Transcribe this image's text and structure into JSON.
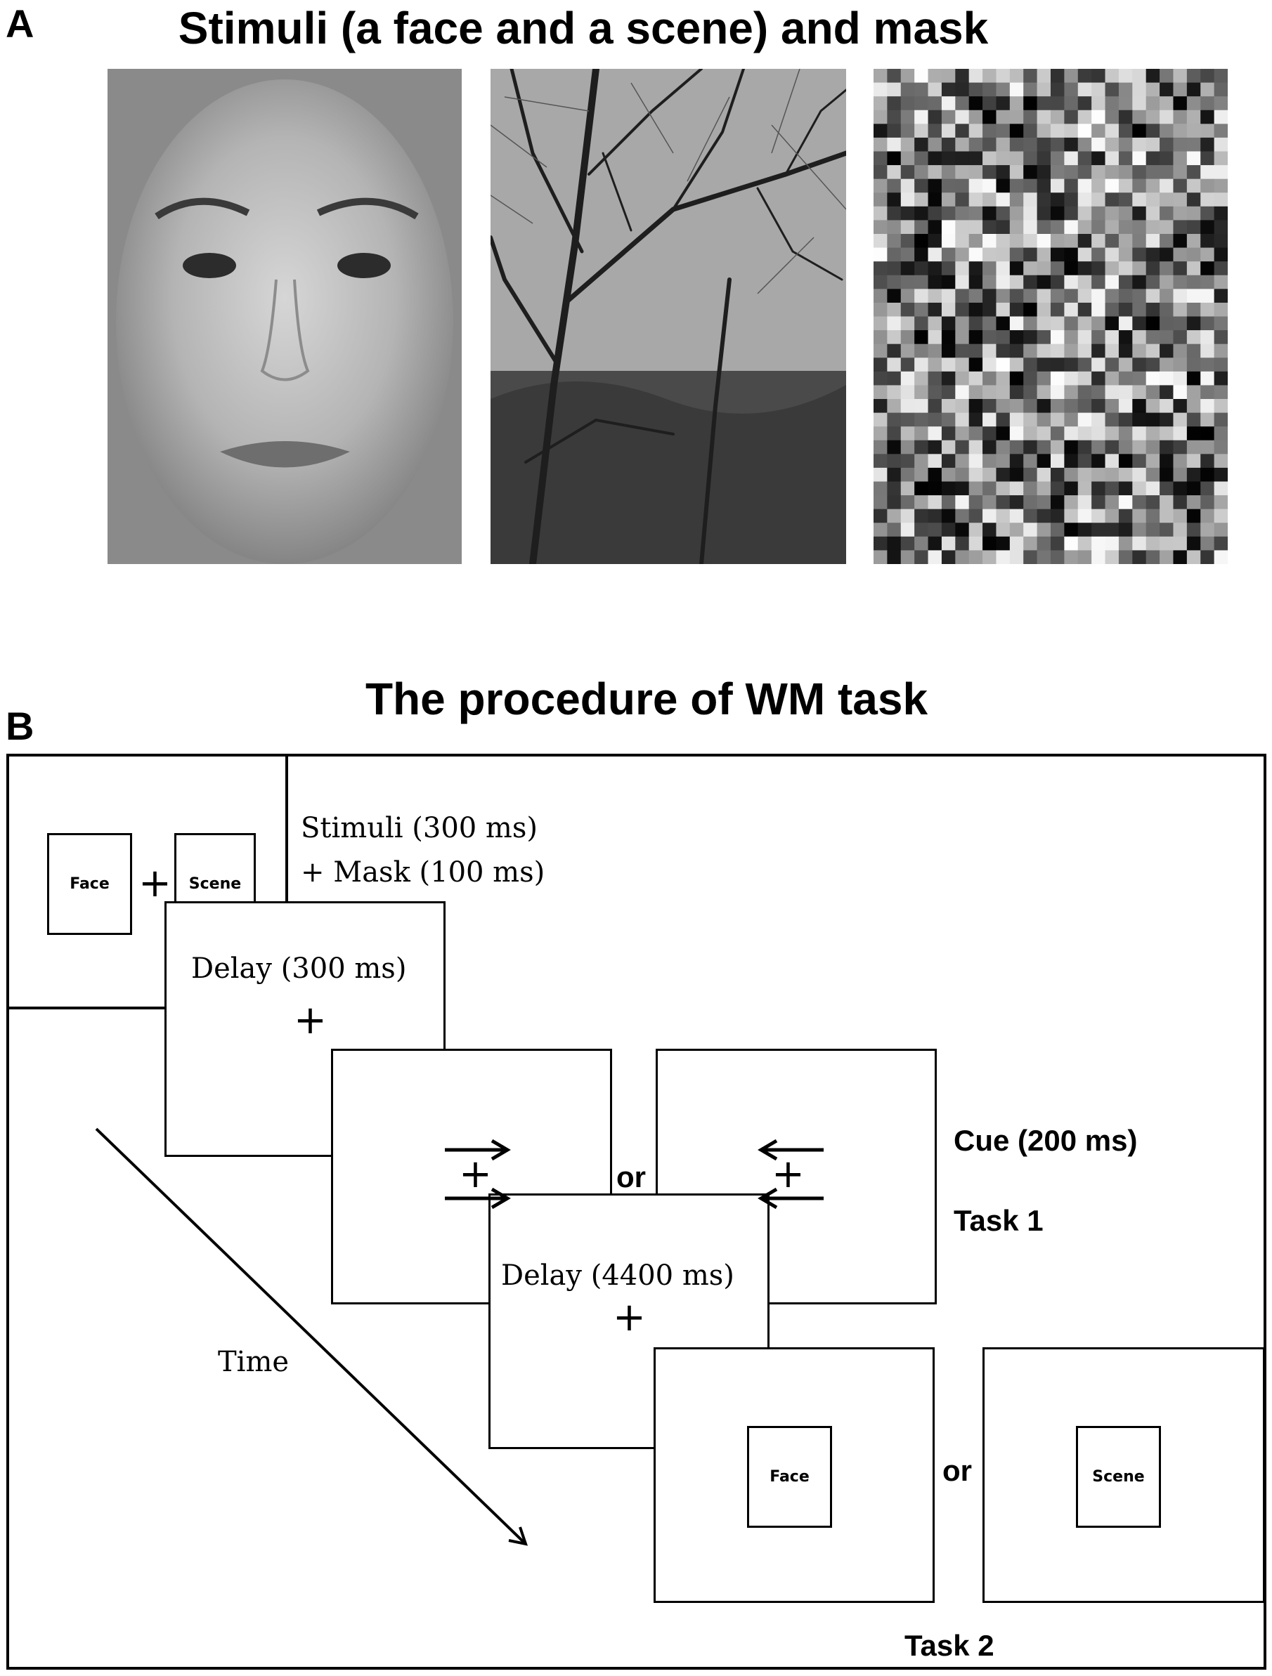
{
  "panel_a": {
    "letter": "A",
    "title": "Stimuli (a face and a scene) and mask",
    "images": [
      {
        "name": "face",
        "icon": "face-image"
      },
      {
        "name": "scene",
        "icon": "tree-scene-image"
      },
      {
        "name": "mask",
        "icon": "noise-mask-image"
      }
    ]
  },
  "panel_b": {
    "letter": "B",
    "title": "The procedure of WM task",
    "stimuli_label_1": "Stimuli (300 ms)",
    "stimuli_label_2": "+ Mask (100 ms)",
    "face": "Face",
    "scene": "Scene",
    "delay1": "Delay (300 ms)",
    "delay2": "Delay (4400 ms)",
    "cue": "Cue (200 ms)",
    "task1": "Task  1",
    "task2": "Task  2",
    "or": "or",
    "time": "Time",
    "cross": "+"
  }
}
